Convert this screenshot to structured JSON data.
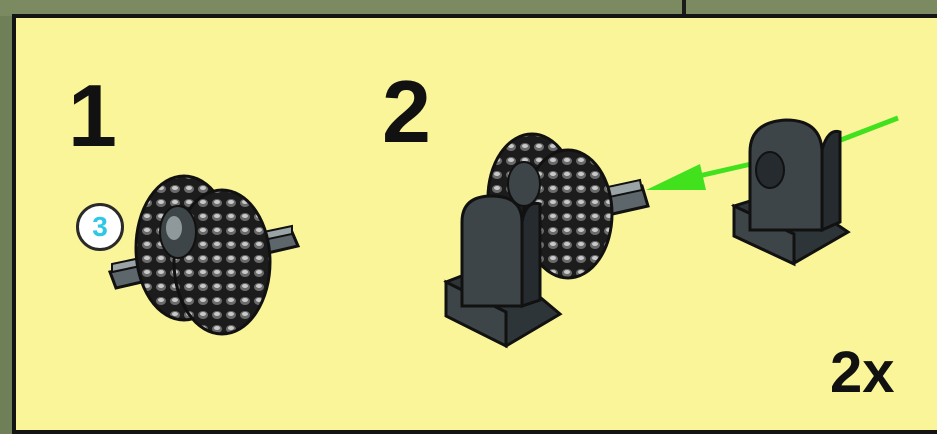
{
  "steps": [
    {
      "number": "1",
      "callout_quantity": "3"
    },
    {
      "number": "2",
      "multiplier": "2x"
    }
  ],
  "colors": {
    "page_background": "#fbf59a",
    "border": "#141414",
    "outer_background": "#6f7f58",
    "part_dark_gray": "#3d4548",
    "tire_black": "#1c1c1c",
    "insert_arrow": "#41e11e",
    "callout_text": "#2ec8e6"
  },
  "icons": [
    "gear-tire-assembly-icon",
    "axle-icon",
    "pillow-block-icon",
    "insert-arrow-icon"
  ]
}
